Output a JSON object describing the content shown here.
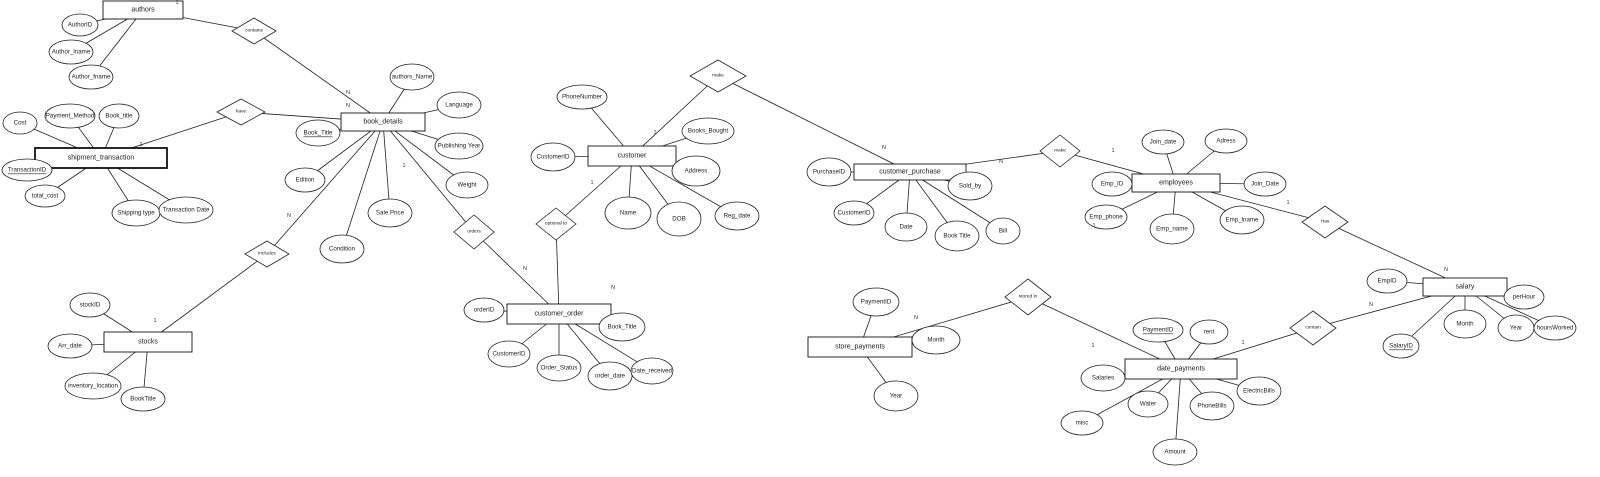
{
  "entities": [
    {
      "id": "authors",
      "label": "authors"
    },
    {
      "id": "book_details",
      "label": "book_details"
    },
    {
      "id": "shipment_transaction",
      "label": "shipment_transaction"
    },
    {
      "id": "stocks",
      "label": "stocks"
    },
    {
      "id": "customer",
      "label": "customer"
    },
    {
      "id": "customer_order",
      "label": "customer_order"
    },
    {
      "id": "customer_purchase",
      "label": "customer_purchase"
    },
    {
      "id": "employees",
      "label": "employees"
    },
    {
      "id": "salary",
      "label": "salary"
    },
    {
      "id": "store_payments",
      "label": "store_payments"
    },
    {
      "id": "date_payments",
      "label": "date_payments"
    }
  ],
  "relationships": [
    {
      "id": "r_contains",
      "label": "contains"
    },
    {
      "id": "r_have1",
      "label": "have"
    },
    {
      "id": "r_includes",
      "label": "includes"
    },
    {
      "id": "r_orders",
      "label": "orders"
    },
    {
      "id": "r_make1",
      "label": "make"
    },
    {
      "id": "r_optional",
      "label": "optional to"
    },
    {
      "id": "r_make2",
      "label": "make"
    },
    {
      "id": "r_has",
      "label": "Has"
    },
    {
      "id": "r_stored",
      "label": "stored in"
    },
    {
      "id": "r_contain2",
      "label": "contain"
    }
  ],
  "attributes": [
    {
      "id": "a_authorid",
      "label": "AuthorID",
      "key": false
    },
    {
      "id": "a_author_lname",
      "label": "Author_lname",
      "key": false
    },
    {
      "id": "a_author_fname",
      "label": "Author_fname",
      "key": false
    },
    {
      "id": "a_authors_name",
      "label": "authors_Name",
      "key": false
    },
    {
      "id": "a_language",
      "label": "Language",
      "key": false
    },
    {
      "id": "a_book_title1",
      "label": "Book_Title",
      "key": true
    },
    {
      "id": "a_pub_year",
      "label": "Publishing Year",
      "key": false
    },
    {
      "id": "a_edition",
      "label": "Edition",
      "key": false
    },
    {
      "id": "a_weight",
      "label": "Weight",
      "key": false
    },
    {
      "id": "a_sale_price",
      "label": "Sale Price",
      "key": false
    },
    {
      "id": "a_condition",
      "label": "Condition",
      "key": false
    },
    {
      "id": "a_cost",
      "label": "Cost",
      "key": false
    },
    {
      "id": "a_pay_method",
      "label": "Payment_Method",
      "key": false
    },
    {
      "id": "a_book_title2",
      "label": "Book_title",
      "key": false
    },
    {
      "id": "a_transactionid",
      "label": "TransactionID",
      "key": true
    },
    {
      "id": "a_total_cost",
      "label": "total_cost",
      "key": false
    },
    {
      "id": "a_shipping_type",
      "label": "Shipping type",
      "key": false
    },
    {
      "id": "a_trans_date",
      "label": "Transaction Date",
      "key": false
    },
    {
      "id": "a_stockid",
      "label": "stockID",
      "key": false
    },
    {
      "id": "a_arr_date",
      "label": "Arr_date",
      "key": false
    },
    {
      "id": "a_inv_loc",
      "label": "inventory_location",
      "key": false
    },
    {
      "id": "a_booktitle3",
      "label": "BookTitle",
      "key": false
    },
    {
      "id": "a_phone",
      "label": "PhoneNumber",
      "key": false
    },
    {
      "id": "a_books_bought",
      "label": "Books_Bought",
      "key": false
    },
    {
      "id": "a_customerid1",
      "label": "CustomerID",
      "key": false
    },
    {
      "id": "a_address",
      "label": "Address",
      "key": false
    },
    {
      "id": "a_name",
      "label": "Name",
      "key": false
    },
    {
      "id": "a_dob",
      "label": "DOB",
      "key": false
    },
    {
      "id": "a_reg_date",
      "label": "Reg_date",
      "key": false
    },
    {
      "id": "a_orderid",
      "label": "orderID",
      "key": false
    },
    {
      "id": "a_book_title4",
      "label": "Book_Title",
      "key": false
    },
    {
      "id": "a_customerid2",
      "label": "CustomerID",
      "key": false
    },
    {
      "id": "a_order_status",
      "label": "Order_Status",
      "key": false
    },
    {
      "id": "a_order_date",
      "label": "order_date",
      "key": false
    },
    {
      "id": "a_date_received",
      "label": "Date_received",
      "key": false
    },
    {
      "id": "a_purchaseid",
      "label": "PurchaseID",
      "key": false
    },
    {
      "id": "a_sold_by",
      "label": "Sold_by",
      "key": false
    },
    {
      "id": "a_customerid3",
      "label": "CustomerID",
      "key": false
    },
    {
      "id": "a_date",
      "label": "Date",
      "key": false
    },
    {
      "id": "a_book_title5",
      "label": "Book Title",
      "key": false
    },
    {
      "id": "a_bill",
      "label": "Bill",
      "key": false
    },
    {
      "id": "a_join_date",
      "label": "Join_date",
      "key": false
    },
    {
      "id": "a_adress",
      "label": "Adress",
      "key": false
    },
    {
      "id": "a_emp_id",
      "label": "Emp_ID",
      "key": false
    },
    {
      "id": "a_join_date2",
      "label": "Join_Date",
      "key": false
    },
    {
      "id": "a_emp_phone",
      "label": "Emp_phone",
      "key": false
    },
    {
      "id": "a_emp_name",
      "label": "Emp_name",
      "key": false
    },
    {
      "id": "a_emp_lname",
      "label": "Emp_lname",
      "key": false
    },
    {
      "id": "a_empid",
      "label": "EmpID",
      "key": false
    },
    {
      "id": "a_perhour",
      "label": "perHour",
      "key": false
    },
    {
      "id": "a_month1",
      "label": "Month",
      "key": false
    },
    {
      "id": "a_year1",
      "label": "Year",
      "key": false
    },
    {
      "id": "a_hours",
      "label": "hoursWorked",
      "key": false
    },
    {
      "id": "a_salaryid",
      "label": "SalaryID",
      "key": true
    },
    {
      "id": "a_paymentid1",
      "label": "PaymentID",
      "key": false
    },
    {
      "id": "a_month2",
      "label": "Month",
      "key": false
    },
    {
      "id": "a_year2",
      "label": "Year",
      "key": false
    },
    {
      "id": "a_paymentid2",
      "label": "PaymentID",
      "key": true
    },
    {
      "id": "a_rent",
      "label": "rent",
      "key": false
    },
    {
      "id": "a_salaries",
      "label": "Salaries",
      "key": false
    },
    {
      "id": "a_electric",
      "label": "ElectricBills",
      "key": false
    },
    {
      "id": "a_water",
      "label": "Water",
      "key": false
    },
    {
      "id": "a_phonebills",
      "label": "PhoneBills",
      "key": false
    },
    {
      "id": "a_misc",
      "label": "misc",
      "key": false
    },
    {
      "id": "a_amount",
      "label": "Amount",
      "key": false
    }
  ],
  "cardinalities": [
    "1",
    "N",
    "1",
    "N",
    "N",
    "1",
    "1",
    "N",
    "1",
    "N",
    "1",
    "N",
    "N",
    "1",
    "1",
    "N",
    "N",
    "1",
    "1",
    "N",
    "1"
  ]
}
